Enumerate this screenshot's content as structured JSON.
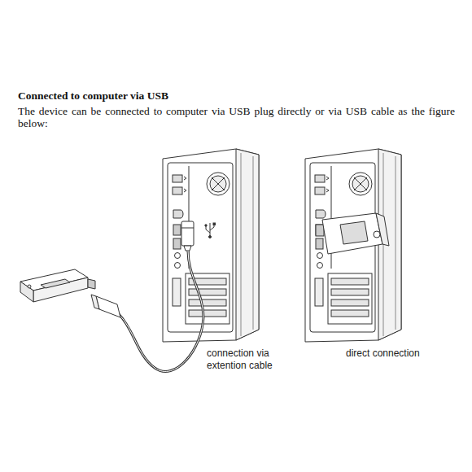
{
  "diagram": {
    "title": "Connected to computer via USB",
    "labels": [
      "The device can be connected to computer via USB plug directly or via USB cable as the figure below:",
      "connection via extention cable",
      "direct connection"
    ]
  }
}
